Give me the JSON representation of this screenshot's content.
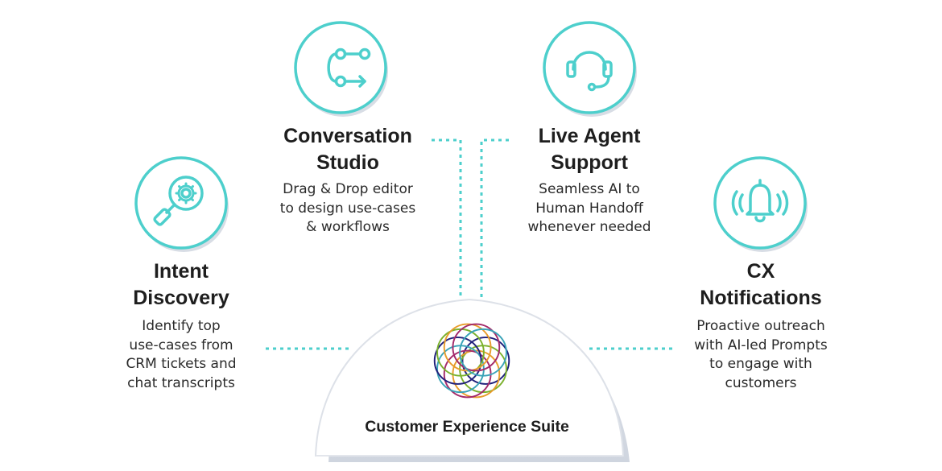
{
  "suite": {
    "label": "Customer Experience Suite",
    "logo_colors": [
      "#1f1f7a",
      "#7bb12d",
      "#e89d2c",
      "#a32a6a",
      "#3aa3b8"
    ]
  },
  "accent_color": "#4dcfcc",
  "features": [
    {
      "id": "conversation-studio",
      "icon": "flow-connector-icon",
      "title_lines": [
        "Conversation",
        "Studio"
      ],
      "desc_lines": [
        "Drag & Drop editor",
        "to design use-cases",
        "& workflows"
      ]
    },
    {
      "id": "live-agent-support",
      "icon": "headset-icon",
      "title_lines": [
        "Live Agent",
        "Support"
      ],
      "desc_lines": [
        "Seamless AI to",
        "Human Handoff",
        "whenever needed"
      ]
    },
    {
      "id": "intent-discovery",
      "icon": "magnifier-gear-icon",
      "title_lines": [
        "Intent",
        "Discovery"
      ],
      "desc_lines": [
        "Identify top",
        "use-cases from",
        "CRM tickets and",
        "chat transcripts"
      ]
    },
    {
      "id": "cx-notifications",
      "icon": "ringing-bell-icon",
      "title_lines": [
        "CX",
        "Notifications"
      ],
      "desc_lines": [
        "Proactive outreach",
        "with AI-led Prompts",
        "to engage with",
        "customers"
      ]
    }
  ]
}
